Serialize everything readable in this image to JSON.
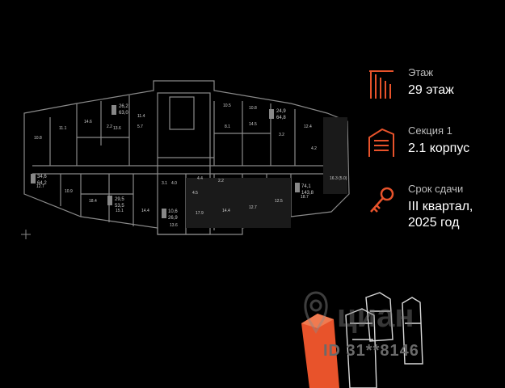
{
  "info": {
    "floor": {
      "label": "Этаж",
      "value": "29 этаж",
      "icon": "floor-icon"
    },
    "section": {
      "label": "Секция 1",
      "value": "2.1 корпус",
      "icon": "building-section-icon"
    },
    "deadline": {
      "label": "Срок сдачи",
      "value_line1": "III квартал,",
      "value_line2": "2025 год",
      "icon": "key-icon"
    }
  },
  "accent_color": "#e8532b",
  "plan_labels": {
    "apt1": [
      "26,2",
      "63,0"
    ],
    "apt2": [
      "24,9",
      "64,8"
    ],
    "apt3": [
      "34,6",
      "64,2"
    ],
    "apt4": [
      "29,5",
      "53,5"
    ],
    "apt5": [
      "10,6",
      "26,9"
    ],
    "apt6": [
      "74,1",
      "143,8"
    ],
    "rooms": [
      "10.8",
      "11.1",
      "14.6",
      "13.6",
      "2.2",
      "11.4",
      "5.7",
      "10.5",
      "10.8",
      "8.1",
      "14.5",
      "12.4",
      "3.2",
      "4.2",
      "16.3 (5.0)",
      "17.9",
      "14.4",
      "12.7",
      "12.5",
      "18.7",
      "15.1",
      "14.4",
      "18.4",
      "10.9",
      "12.7",
      "13.6",
      "4.5",
      "4.4",
      "3.1",
      "4.0",
      "2.2"
    ]
  },
  "watermark": {
    "brand": "циан",
    "id": "ID 31**8146"
  }
}
